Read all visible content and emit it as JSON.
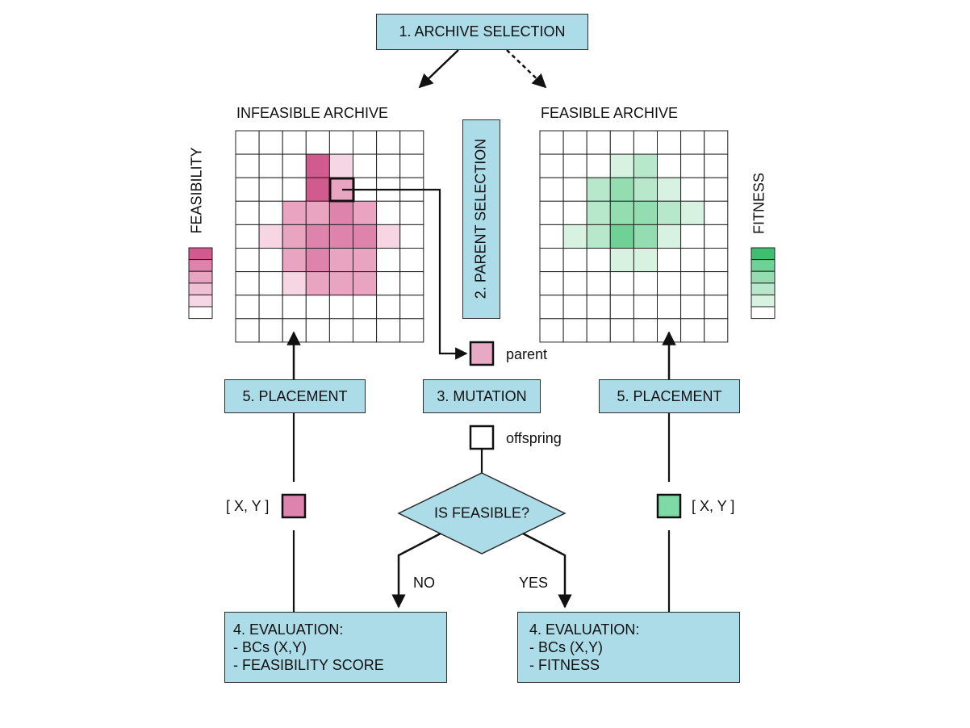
{
  "steps": {
    "archive_selection": "1. ARCHIVE SELECTION",
    "parent_selection": "2. PARENT SELECTION",
    "mutation": "3. MUTATION",
    "placement_left": "5. PLACEMENT",
    "placement_right": "5. PLACEMENT",
    "decision": "IS FEASIBLE?"
  },
  "archives": {
    "infeasible": {
      "title": "INFEASIBLE ARCHIVE",
      "legend_label": "FEASIBILITY",
      "cells": [
        [
          0,
          0,
          0,
          0,
          0,
          0,
          0,
          0
        ],
        [
          0,
          0,
          0,
          5,
          1,
          0,
          0,
          0
        ],
        [
          0,
          0,
          0,
          5,
          3,
          0,
          0,
          0
        ],
        [
          0,
          0,
          3,
          3,
          4,
          3,
          0,
          0
        ],
        [
          0,
          1,
          3,
          4,
          4,
          4,
          1,
          0
        ],
        [
          0,
          0,
          3,
          4,
          3,
          3,
          0,
          0
        ],
        [
          0,
          0,
          1,
          3,
          3,
          3,
          0,
          0
        ],
        [
          0,
          0,
          0,
          0,
          0,
          0,
          0,
          0
        ],
        [
          0,
          0,
          0,
          0,
          0,
          0,
          0,
          0
        ]
      ]
    },
    "feasible": {
      "title": "FEASIBLE ARCHIVE",
      "legend_label": "FITNESS",
      "cells": [
        [
          0,
          0,
          0,
          0,
          0,
          0,
          0,
          0
        ],
        [
          0,
          0,
          0,
          1,
          2,
          0,
          0,
          0
        ],
        [
          0,
          0,
          2,
          3,
          2,
          1,
          0,
          0
        ],
        [
          0,
          0,
          2,
          3,
          3,
          2,
          1,
          0
        ],
        [
          0,
          1,
          2,
          4,
          3,
          1,
          0,
          0
        ],
        [
          0,
          0,
          0,
          1,
          1,
          0,
          0,
          0
        ],
        [
          0,
          0,
          0,
          0,
          0,
          0,
          0,
          0
        ],
        [
          0,
          0,
          0,
          0,
          0,
          0,
          0,
          0
        ],
        [
          0,
          0,
          0,
          0,
          0,
          0,
          0,
          0
        ]
      ]
    }
  },
  "colors": {
    "box_fill": "#acdce8",
    "pink_scale": [
      "#ffffff",
      "#f6d6e3",
      "#efbfd3",
      "#e8a4c1",
      "#de84ac",
      "#d15a8f"
    ],
    "green_scale": [
      "#ffffff",
      "#d7f2e1",
      "#b7e8cb",
      "#94ddb1",
      "#6fd195",
      "#3fbd71"
    ]
  },
  "individuals": {
    "parent_label": "parent",
    "offspring_label": "offspring",
    "bc_left": "[ X, Y ]",
    "bc_right": "[ X, Y ]",
    "parent_color": "#e8a9c5",
    "left_color": "#dd83ad",
    "right_color": "#7ed9a4"
  },
  "branches": {
    "no": "NO",
    "yes": "YES"
  },
  "evaluation": {
    "left": {
      "title": "4. EVALUATION:",
      "line1": "- BCs (X,Y)",
      "line2": "- FEASIBILITY SCORE"
    },
    "right": {
      "title": "4. EVALUATION:",
      "line1": "- BCs (X,Y)",
      "line2": "- FITNESS"
    }
  }
}
